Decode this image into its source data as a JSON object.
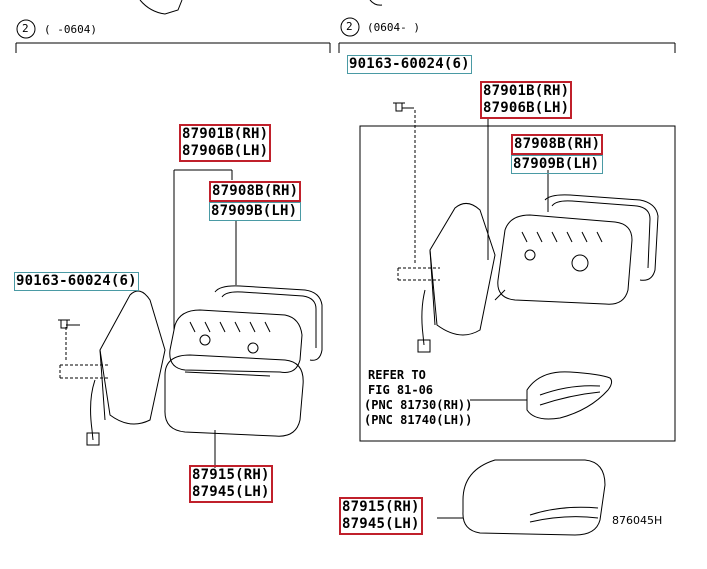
{
  "left": {
    "circle_num": "2",
    "range": "(      -0604)",
    "screw_part": "90163-60024(6)",
    "mirror_assy": [
      "87901B(RH)",
      "87906B(LH)"
    ],
    "mirror_glass": [
      "87908B(RH)",
      "87909B(LH)"
    ],
    "cover": [
      "87915(RH)",
      "87945(LH)"
    ]
  },
  "right": {
    "circle_num": "2",
    "range": "(0604-      )",
    "screw_part": "90163-60024(6)",
    "mirror_assy": [
      "87901B(RH)",
      "87906B(LH)"
    ],
    "mirror_glass": [
      "87908B(RH)",
      "87909B(LH)"
    ],
    "refer": [
      "REFER TO",
      "FIG 81-06",
      "(PNC 81730(RH))",
      "(PNC 81740(LH))"
    ],
    "cover": [
      "87915(RH)",
      "87945(LH)"
    ]
  },
  "figure_id": "876045H",
  "colors": {
    "red_box": "#c0202b",
    "teal_box": "#4a9aa4",
    "line": "#000000"
  }
}
